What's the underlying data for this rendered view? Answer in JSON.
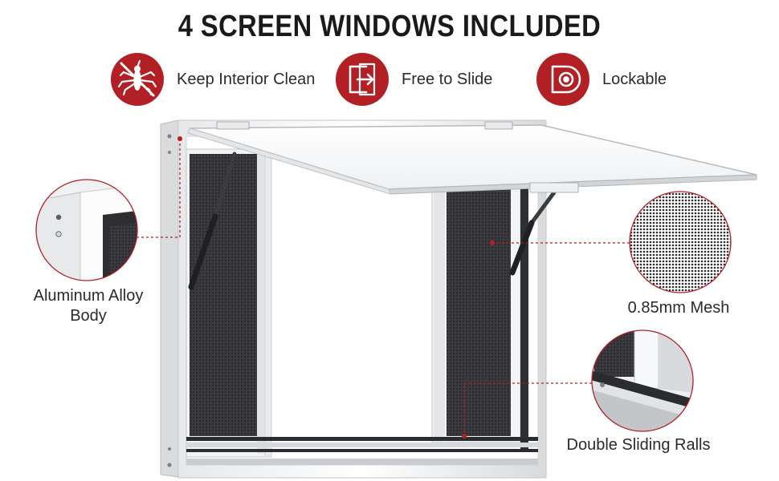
{
  "headline": "4 SCREEN WINDOWS INCLUDED",
  "features": [
    {
      "label": "Keep Interior Clean",
      "icon": "mosquito-no-icon"
    },
    {
      "label": "Free to Slide",
      "icon": "slide-arrow-icon"
    },
    {
      "label": "Lockable",
      "icon": "lock-dial-icon"
    }
  ],
  "callouts": {
    "aluminum_line1": "Aluminum Alloy",
    "aluminum_line2": "Body",
    "mesh": "0.85mm Mesh",
    "rails": "Double Sliding Ralls"
  },
  "colors": {
    "accent": "#b21f24",
    "text": "#2a2a2a",
    "mesh": "#2f2f33",
    "frame": "#f1f2f3"
  }
}
